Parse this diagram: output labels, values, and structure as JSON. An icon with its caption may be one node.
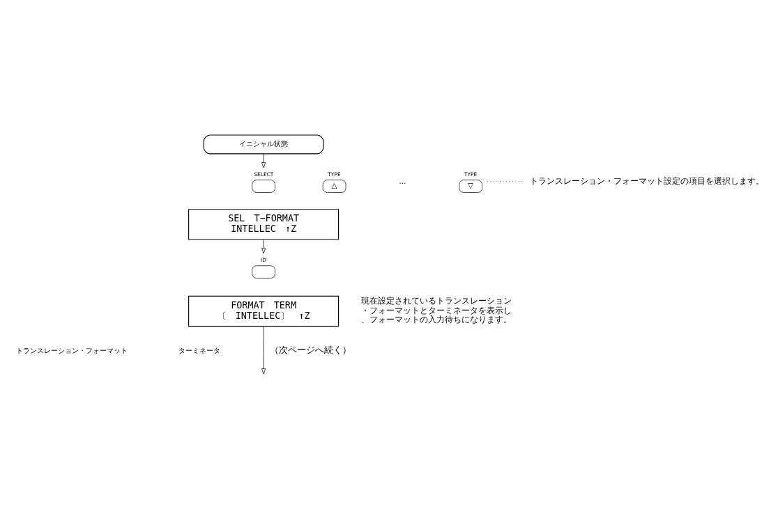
{
  "diagram": {
    "nodes": [
      {
        "text": [
          "イニシャル状態"
        ]
      },
      {
        "text": [
          "SELECT"
        ]
      },
      {
        "text": [
          "TYPE",
          "△"
        ]
      },
      {
        "text": [
          "TYPE",
          "▽"
        ]
      },
      {
        "text": [
          "トランスレーション・フォーマット設定の項目を選択します。"
        ]
      },
      {
        "text": [
          "SEL　T−FORMAT",
          "INTELLEC　↑Z"
        ]
      },
      {
        "text": [
          "ID"
        ]
      },
      {
        "text": [
          "FORMAT　TERM",
          "〔　INTELLEC〕　↑Z"
        ],
        "beside": [
          "現在設定されているトランスレーション・フォーマットとターミネータを表示し、フォーマットの入力待ちになります。"
        ]
      }
    ],
    "edges": [
      {
        "from": 0,
        "to": 1,
        "arrow": "to"
      },
      {
        "from": 3,
        "to": 4,
        "arrow": "none",
        "style": "dashed"
      },
      {
        "from": 5,
        "to": 6,
        "arrow": "to"
      },
      {
        "from": 7,
        "to": null,
        "arrow": "to",
        "label": "（次ページへ続く）"
      }
    ],
    "labels": [
      "...",
      "トランスレーション・フォーマット",
      "ターミネータ"
    ]
  }
}
